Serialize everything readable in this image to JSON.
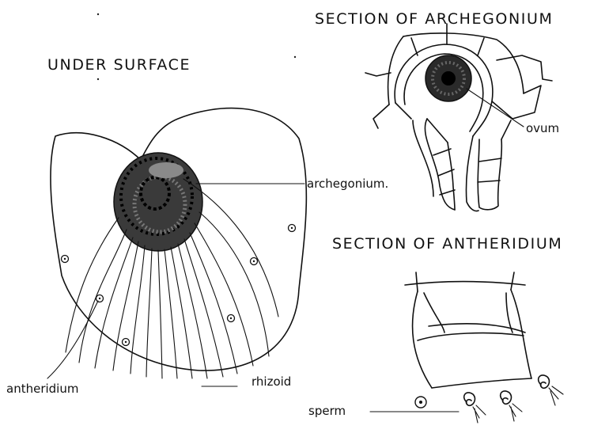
{
  "titles": {
    "under_surface": "UNDER SURFACE",
    "archegonium_section": "SECTION OF ARCHEGONIUM",
    "antheridium_section": "SECTION OF ANTHERIDIUM"
  },
  "labels": {
    "archegonium": "archegonium.",
    "ovum": "ovum",
    "antheridium": "antheridium",
    "rhizoid": "rhizoid",
    "sperm": "sperm"
  },
  "style": {
    "ink": "#111111",
    "paper": "#ffffff"
  }
}
